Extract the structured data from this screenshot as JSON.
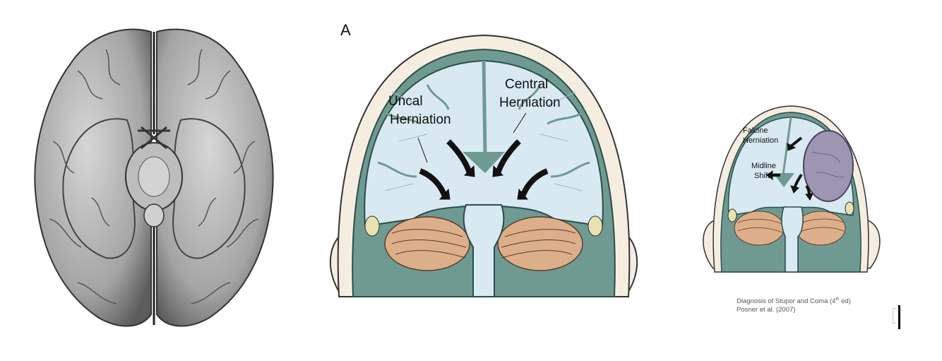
{
  "center_figure": {
    "panel_letter": "A",
    "uncal_label_line1": "Uncal",
    "uncal_label_line2": "Herniation",
    "central_label_line1": "Central",
    "central_label_line2": "Herniation"
  },
  "right_figure": {
    "falcine_label_line1": "Falcine",
    "falcine_label_line2": "Herniation",
    "midline_label_line1": "Midline",
    "midline_label_line2": "Shift"
  },
  "citation": {
    "line1_prefix": "Diagnosis of Stupor and Coma (4",
    "line1_sup": "th",
    "line1_suffix": " ed)",
    "line2": "Posner et al. (2007)"
  },
  "colors": {
    "csf_blue": "#d8e9f2",
    "meninges_teal": "#6f9a92",
    "skull_cream": "#f6ede1",
    "cerebellum_tan": "#dcae8a",
    "hematoma_purple": "#9e95b3",
    "arrow_black": "#111111"
  }
}
